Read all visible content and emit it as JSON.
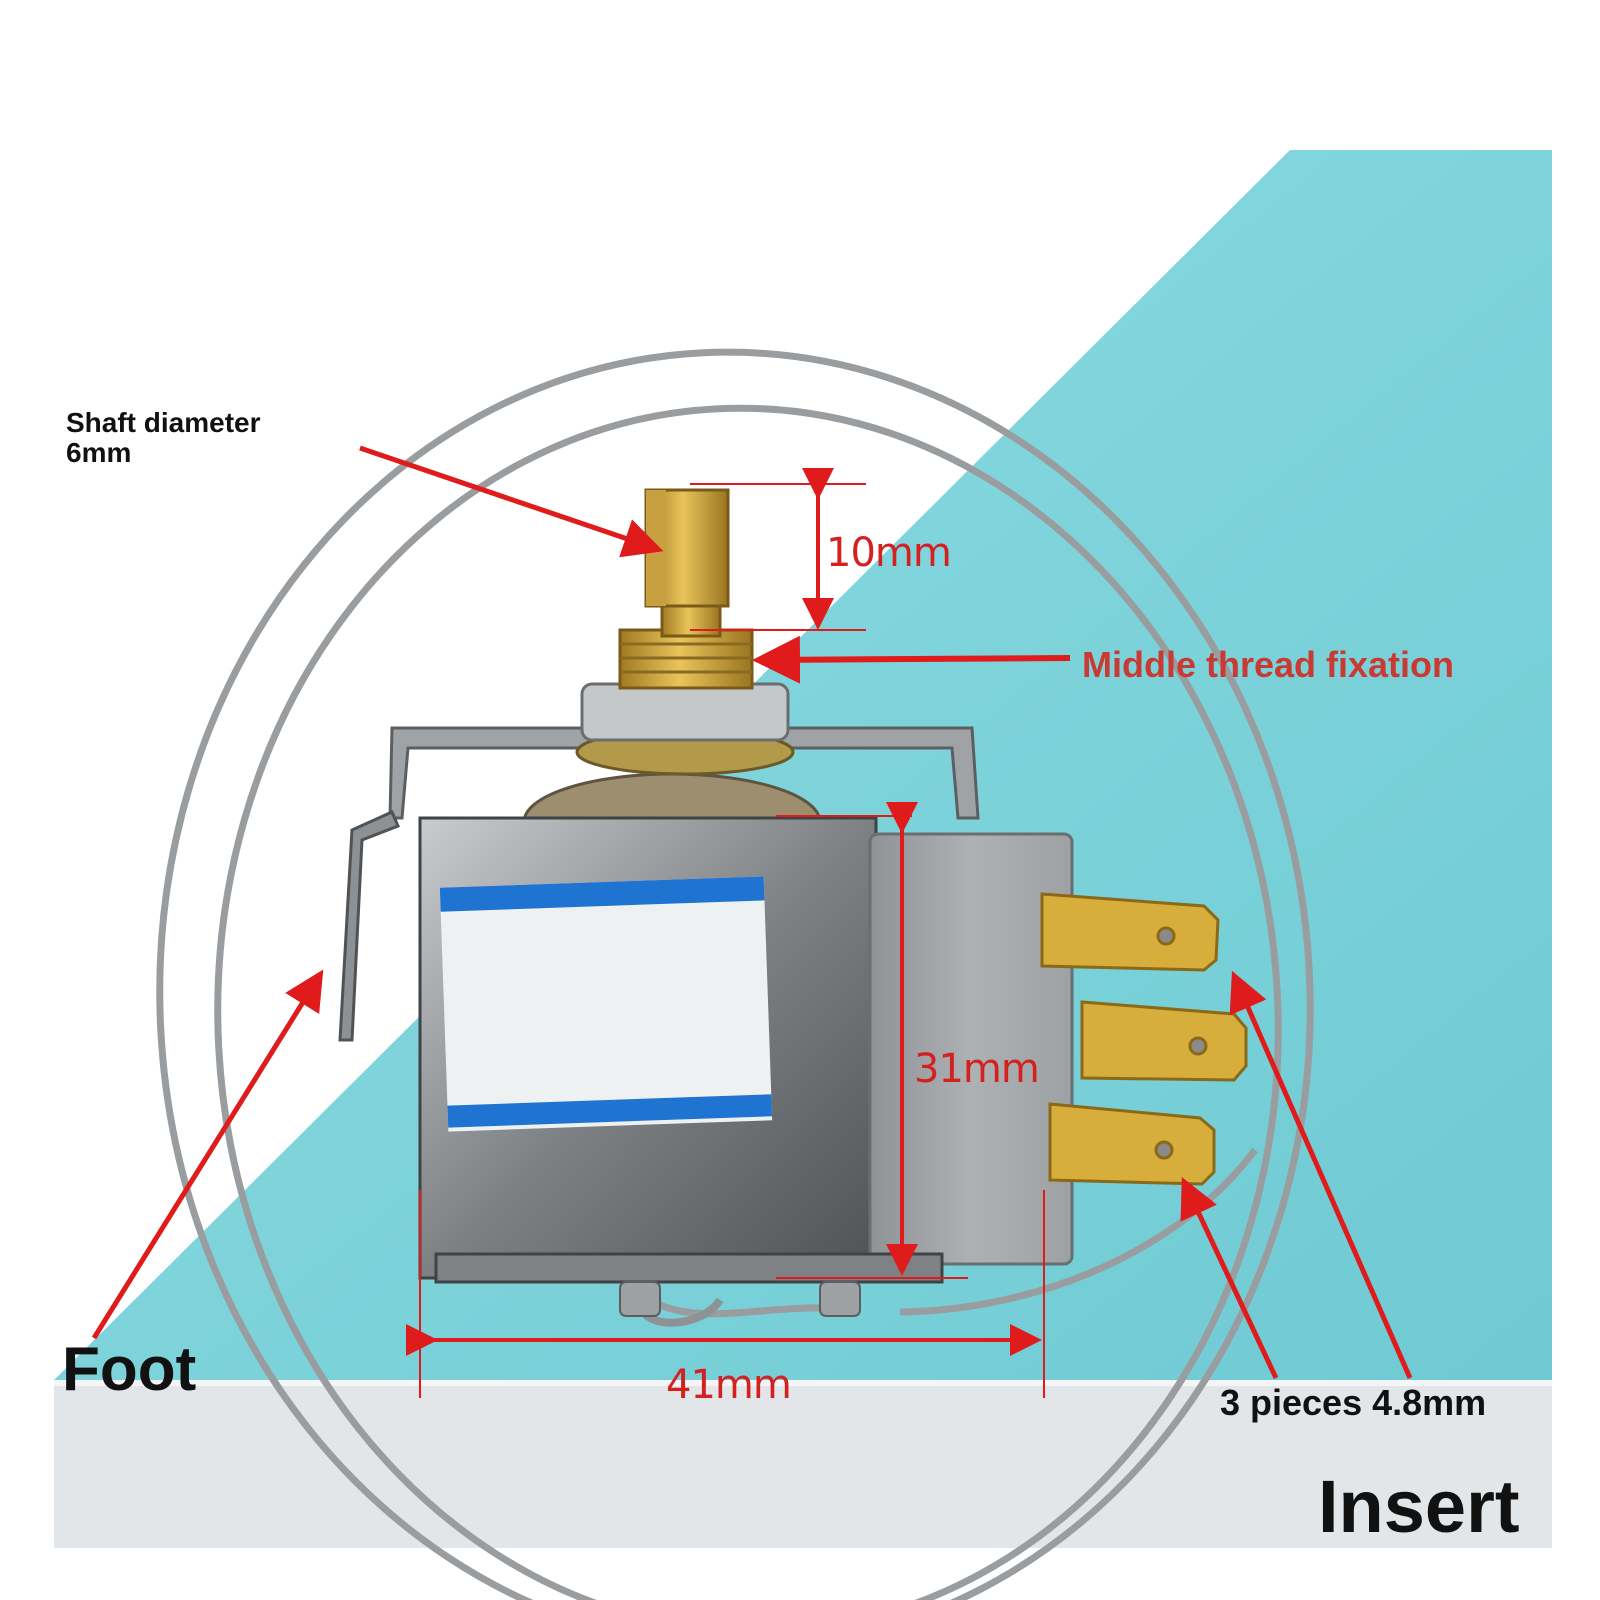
{
  "labels": {
    "shaft_line1": "Shaft diameter",
    "shaft_line2": "6mm",
    "shaft_length": "10mm",
    "thread": "Middle thread fixation",
    "height": "31mm",
    "width": "41mm",
    "foot": "Foot",
    "terminals": "3 pieces 4.8mm",
    "insert": "Insert"
  },
  "colors": {
    "background_teal": "#7ed3da",
    "floor_gray": "#e3e6e8",
    "annotation_red": "#e01b1b",
    "thread_label_red": "#c93a32",
    "brass": "#d4a63a",
    "housing_gray": "#a4a7aa",
    "capillary_silver": "#9a9d9f"
  },
  "icons": {
    "product": "refrigerator-thermostat-icon"
  }
}
